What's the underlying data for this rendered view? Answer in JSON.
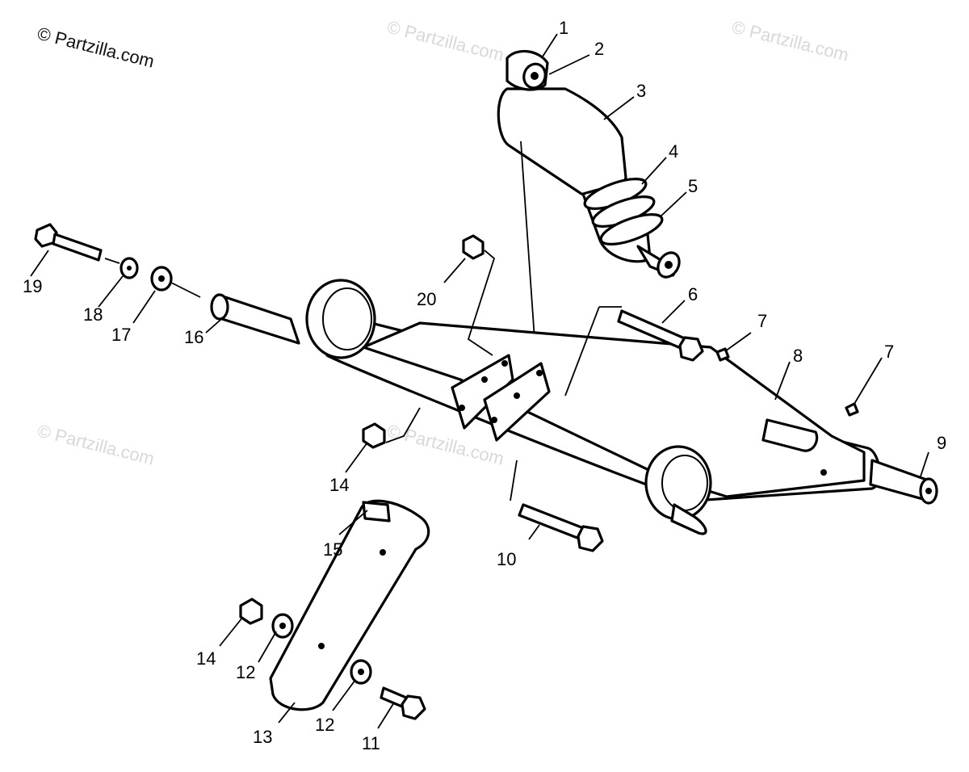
{
  "watermark": {
    "main": "© Partzilla.com",
    "faint": "© Partzilla.com"
  },
  "callouts": [
    "1",
    "2",
    "3",
    "4",
    "5",
    "6",
    "7",
    "7",
    "8",
    "9",
    "10",
    "11",
    "12",
    "12",
    "13",
    "14",
    "14",
    "15",
    "16",
    "17",
    "18",
    "19",
    "20"
  ],
  "colors": {
    "ink": "#000000",
    "paper": "#ffffff",
    "watermark": "#d8d8d8"
  }
}
